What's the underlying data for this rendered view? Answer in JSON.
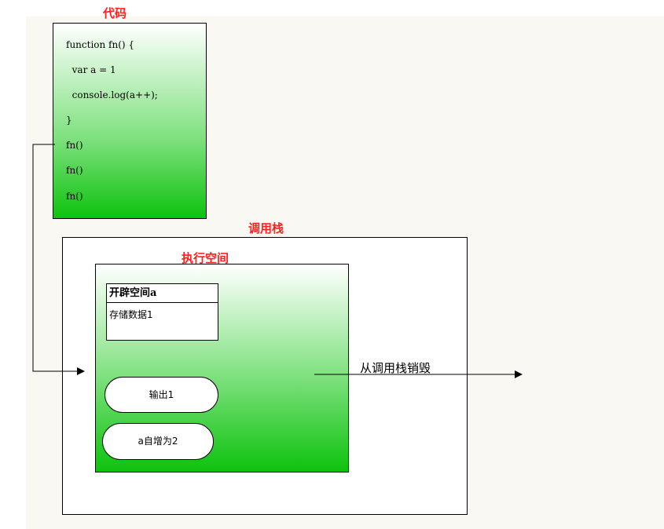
{
  "labels": {
    "code": "代码",
    "call_stack": "调用栈",
    "execution_space": "执行空间"
  },
  "code_lines": [
    "function fn() {",
    "  var a = 1",
    "  console.log(a++);",
    "}",
    "fn()",
    "fn()",
    "fn()"
  ],
  "allocation": {
    "title": "开辟空间a",
    "body": "存储数据1"
  },
  "steps": {
    "output": "输出1",
    "increment": "a自增为2"
  },
  "destroy_label": "从调用栈销毁",
  "colors": {
    "label_red": "#ff2020",
    "green_dark": "#0ec20e",
    "canvas_bg": "#faf8f2"
  }
}
